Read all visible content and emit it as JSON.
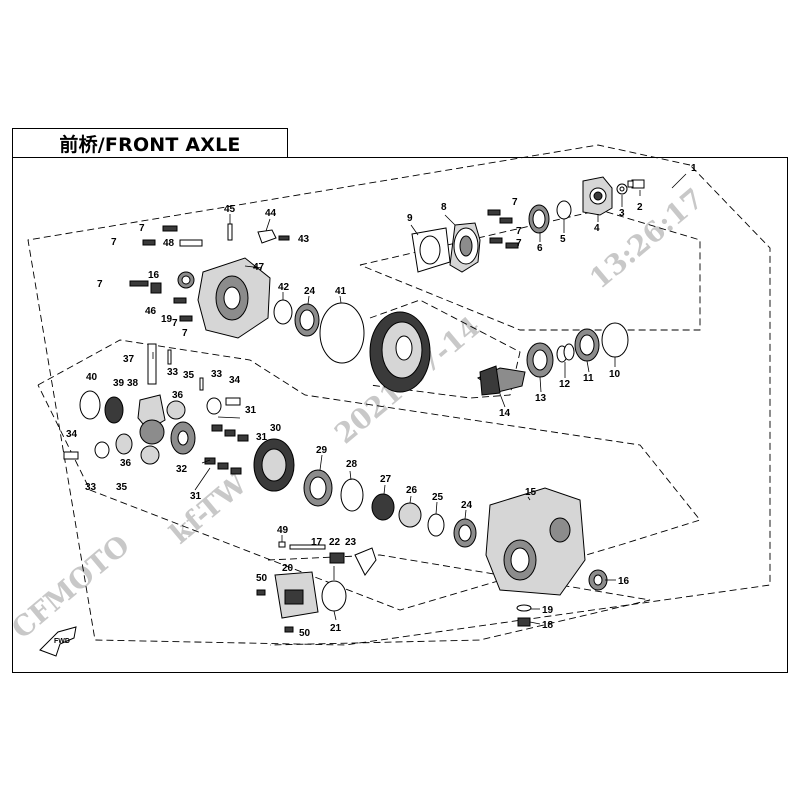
{
  "title": "前桥/FRONT AXLE",
  "watermark": {
    "brand": "CFMOTO",
    "code": "kf-TW",
    "date": "2021-07-14",
    "time": "13:26:17"
  },
  "fwd_label": "FWD",
  "callouts": [
    {
      "id": "c1",
      "label": "1"
    },
    {
      "id": "c2",
      "label": "2"
    },
    {
      "id": "c3",
      "label": "3"
    },
    {
      "id": "c4",
      "label": "4"
    },
    {
      "id": "c5",
      "label": "5"
    },
    {
      "id": "c6",
      "label": "6"
    },
    {
      "id": "c7a",
      "label": "7"
    },
    {
      "id": "c7b",
      "label": "7"
    },
    {
      "id": "c7c",
      "label": "7"
    },
    {
      "id": "c8",
      "label": "8"
    },
    {
      "id": "c9",
      "label": "9"
    },
    {
      "id": "c10",
      "label": "10"
    },
    {
      "id": "c11",
      "label": "11"
    },
    {
      "id": "c12",
      "label": "12"
    },
    {
      "id": "c13",
      "label": "13"
    },
    {
      "id": "c14",
      "label": "14"
    },
    {
      "id": "c7d",
      "label": "7"
    },
    {
      "id": "c7e",
      "label": "7"
    },
    {
      "id": "c48",
      "label": "48"
    },
    {
      "id": "c45",
      "label": "45"
    },
    {
      "id": "c44",
      "label": "44"
    },
    {
      "id": "c43",
      "label": "43"
    },
    {
      "id": "c47",
      "label": "47"
    },
    {
      "id": "c16a",
      "label": "16"
    },
    {
      "id": "c7f",
      "label": "7"
    },
    {
      "id": "c46",
      "label": "46"
    },
    {
      "id": "c19a",
      "label": "19"
    },
    {
      "id": "c7g",
      "label": "7"
    },
    {
      "id": "c7h",
      "label": "7"
    },
    {
      "id": "c42",
      "label": "42"
    },
    {
      "id": "c24a",
      "label": "24"
    },
    {
      "id": "c41",
      "label": "41"
    },
    {
      "id": "c37",
      "label": "37"
    },
    {
      "id": "c33a",
      "label": "33"
    },
    {
      "id": "c33b",
      "label": "33"
    },
    {
      "id": "c35a",
      "label": "35"
    },
    {
      "id": "c34a",
      "label": "34"
    },
    {
      "id": "c40",
      "label": "40"
    },
    {
      "id": "c39",
      "label": "39"
    },
    {
      "id": "c38",
      "label": "38"
    },
    {
      "id": "c36a",
      "label": "36"
    },
    {
      "id": "c31a",
      "label": "31"
    },
    {
      "id": "c31b",
      "label": "31"
    },
    {
      "id": "c31c",
      "label": "31"
    },
    {
      "id": "c34b",
      "label": "34"
    },
    {
      "id": "c36b",
      "label": "36"
    },
    {
      "id": "c32",
      "label": "32"
    },
    {
      "id": "c30",
      "label": "30"
    },
    {
      "id": "c33c",
      "label": "33"
    },
    {
      "id": "c35b",
      "label": "35"
    },
    {
      "id": "c29",
      "label": "29"
    },
    {
      "id": "c28",
      "label": "28"
    },
    {
      "id": "c27",
      "label": "27"
    },
    {
      "id": "c26",
      "label": "26"
    },
    {
      "id": "c25",
      "label": "25"
    },
    {
      "id": "c24b",
      "label": "24"
    },
    {
      "id": "c15",
      "label": "15"
    },
    {
      "id": "c49",
      "label": "49"
    },
    {
      "id": "c17",
      "label": "17"
    },
    {
      "id": "c22",
      "label": "22"
    },
    {
      "id": "c23",
      "label": "23"
    },
    {
      "id": "c20",
      "label": "20"
    },
    {
      "id": "c50a",
      "label": "50"
    },
    {
      "id": "c50b",
      "label": "50"
    },
    {
      "id": "c21",
      "label": "21"
    },
    {
      "id": "c16b",
      "label": "16"
    },
    {
      "id": "c19b",
      "label": "19"
    },
    {
      "id": "c18",
      "label": "18"
    }
  ]
}
